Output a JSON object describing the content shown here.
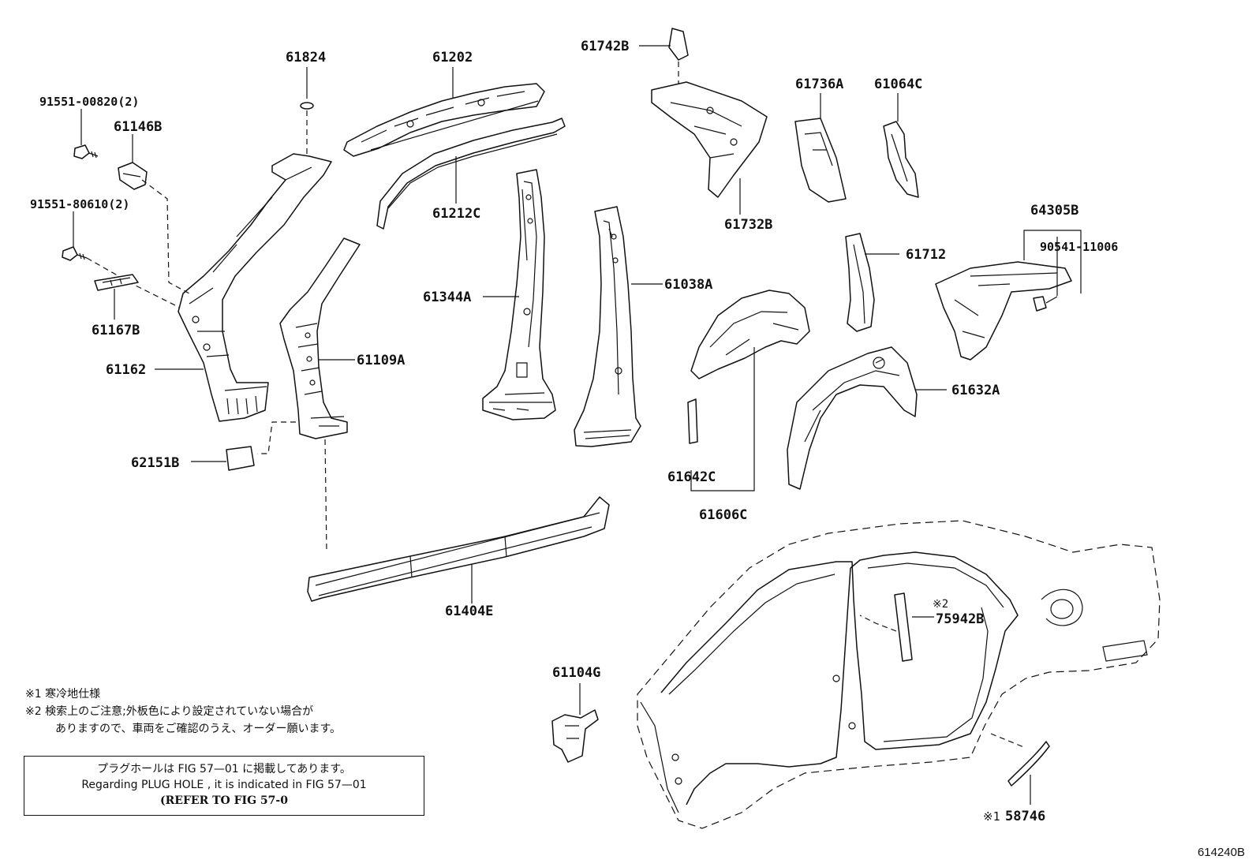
{
  "parts": [
    {
      "id": "61824",
      "label": "61824"
    },
    {
      "id": "61202",
      "label": "61202"
    },
    {
      "id": "61742B",
      "label": "61742B"
    },
    {
      "id": "61736A",
      "label": "61736A"
    },
    {
      "id": "61064C",
      "label": "61064C"
    },
    {
      "id": "91551-00820",
      "label": "91551-00820(2)"
    },
    {
      "id": "61146B",
      "label": "61146B"
    },
    {
      "id": "61212C",
      "label": "61212C"
    },
    {
      "id": "61732B",
      "label": "61732B"
    },
    {
      "id": "64305B",
      "label": "64305B"
    },
    {
      "id": "91551-80610",
      "label": "91551-80610(2)"
    },
    {
      "id": "90541-11006",
      "label": "90541-11006"
    },
    {
      "id": "61712",
      "label": "61712"
    },
    {
      "id": "61344A",
      "label": "61344A"
    },
    {
      "id": "61038A",
      "label": "61038A"
    },
    {
      "id": "61167B",
      "label": "61167B"
    },
    {
      "id": "61162",
      "label": "61162"
    },
    {
      "id": "61109A",
      "label": "61109A"
    },
    {
      "id": "61632A",
      "label": "61632A"
    },
    {
      "id": "62151B",
      "label": "62151B"
    },
    {
      "id": "61642C",
      "label": "61642C"
    },
    {
      "id": "61606C",
      "label": "61606C"
    },
    {
      "id": "61404E",
      "label": "61404E"
    },
    {
      "id": "75942B",
      "label": "75942B"
    },
    {
      "id": "61104G",
      "label": "61104G"
    },
    {
      "id": "58746",
      "label": "58746"
    }
  ],
  "marks": {
    "ref1": "※1",
    "ref2": "※2"
  },
  "notes": {
    "line1": "※1 寒冷地仕様",
    "line2": "※2 検索上のご注意;外板色により設定されていない場合が",
    "line3": "ありますので、車両をご確認のうえ、オーダー願います。"
  },
  "plug_hole_box": {
    "line1": "プラグホールは FIG  57—01 に掲載してあります。",
    "line2": "Regarding  PLUG  HOLE , it is indicated in  FIG  57—01",
    "line3": "(REFER TO FIG 57-0"
  },
  "figure_id": "614240B"
}
